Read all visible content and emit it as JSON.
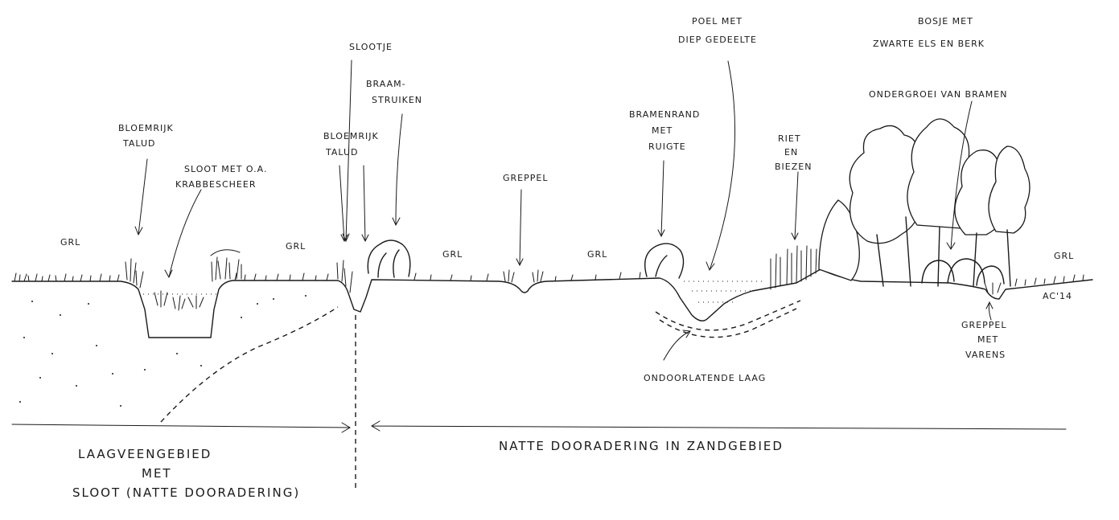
{
  "labels": {
    "bloemrijk_talud_left": [
      "BLOEMRIJK",
      "TALUD"
    ],
    "sloot_krabbescheer": [
      "SLOOT MET O.A.",
      "KRABBESCHEER"
    ],
    "slootje": "SLOOTJE",
    "braamstruiken": [
      "BRAAM-",
      "STRUIKEN"
    ],
    "bloemrijk_talud_mid": [
      "BLOEMRIJK",
      "TALUD"
    ],
    "greppel": "GREPPEL",
    "bramenrand": [
      "BRAMENRAND",
      "MET",
      "RUIGTE"
    ],
    "poel": [
      "POEL MET",
      "DIEP GEDEELTE"
    ],
    "riet": [
      "RIET",
      "EN",
      "BIEZEN"
    ],
    "bosje": [
      "BOSJE MET",
      "ZWARTE ELS EN BERK"
    ],
    "ondergroei": "ONDERGROEI VAN BRAMEN",
    "grl": "GRL",
    "greppel_varens": [
      "GREPPEL",
      "MET",
      "VARENS"
    ],
    "ondoorlatende_laag": "ONDOORLATENDE LAAG",
    "laagveen": [
      "LAAGVEENGEBIED",
      "MET",
      "SLOOT (NATTE DOORADERING)"
    ],
    "natte_dooradering": "NATTE DOORADERING IN ZANDGEBIED",
    "signature": "AC'14"
  },
  "colors": {
    "ink": "#1a1a1a",
    "paper": "#ffffff"
  }
}
